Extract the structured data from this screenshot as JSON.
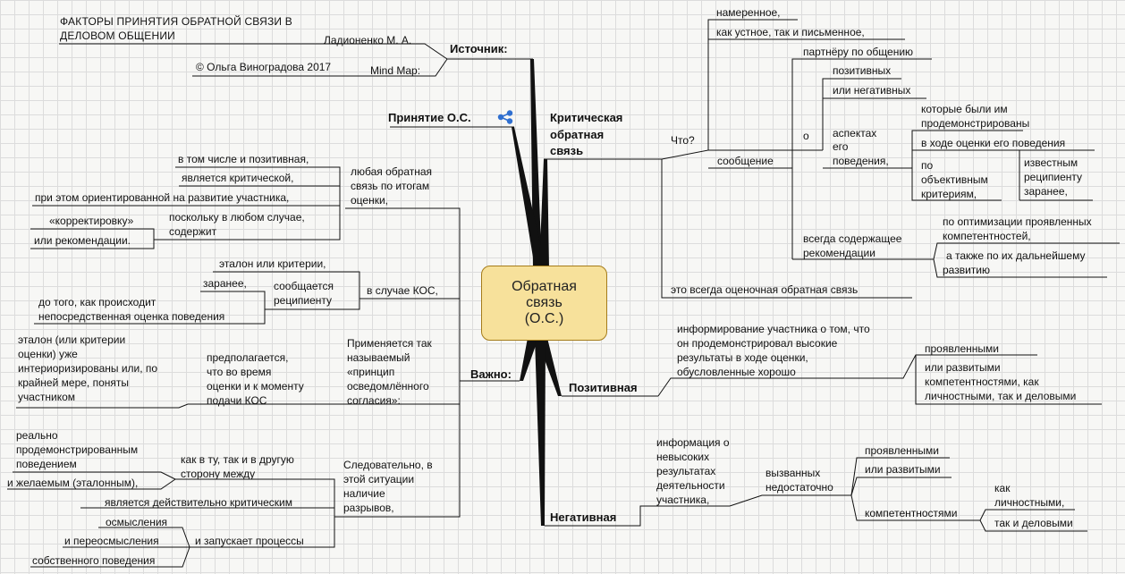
{
  "header": {
    "title_line1": "ФАКТОРЫ ПРИНЯТИЯ ОБРАТНОЙ СВЯЗИ В",
    "title_line2": "ДЕЛОВОМ ОБЩЕНИИ",
    "author": "Ладионенко М. А.",
    "copyright": "© Ольга Виноградова 2017",
    "mindmap": "Mind Map:"
  },
  "center": {
    "line1": "Обратная",
    "line2": "связь",
    "line3": "(О.С.)"
  },
  "branches": {
    "source": "Источник:",
    "acceptance": "Принятие О.С.",
    "critical": [
      "Критическая",
      "обратная",
      "связь"
    ],
    "important": "Важно:",
    "positive": "Позитивная",
    "negative": "Негативная"
  },
  "critical": {
    "what": "Что?",
    "intentional": "намеренное,",
    "oral_written": "как устное, так и письменное,",
    "partner": "партнёру по общению",
    "message": "сообщение",
    "about": "о",
    "positive": "позитивных",
    "or_negative": "или негативных",
    "aspects": [
      "аспектах",
      "его",
      "поведения,"
    ],
    "demonstrated": [
      "которые были им",
      "продемонстрированы"
    ],
    "during_eval": "в ходе оценки его поведения",
    "objective": [
      "по",
      "объективным",
      "критериям,"
    ],
    "known": [
      "известным",
      "реципиенту",
      "заранее,"
    ],
    "always_contains": [
      "всегда содержащее",
      "рекомендации"
    ],
    "optimization": [
      "по оптимизации проявленных",
      "компетентностей,"
    ],
    "further": [
      "а также по их дальнейшему",
      "развитию"
    ],
    "always_eval": "это всегда оценочная обратная связь"
  },
  "acceptance": {
    "any_feedback": [
      "любая обратная",
      "связь по итогам",
      "оценки,"
    ],
    "incl_positive": "в том числе и позитивная,",
    "is_critical": "является критической,",
    "oriented": "при этом ориентированной на развитие участника,",
    "since_contains": [
      "поскольку в любом случае,",
      "содержит"
    ],
    "correction": "«корректировку»",
    "or_recommend": "или рекомендации.",
    "in_case_kos": "в случае КОС,",
    "reported": [
      "сообщается",
      "реципиенту"
    ],
    "standard_criteria": "эталон или критерии,",
    "in_advance": "заранее,",
    "before_eval": [
      "до того, как происходит",
      "непосредственная оценка поведения"
    ],
    "applied": [
      "Применяется так",
      "называемый",
      "«принцип",
      "осведомлённого",
      "согласия»:"
    ],
    "supposed": [
      "предполагается,",
      "что во время",
      "оценки и к моменту",
      "подачи КОС"
    ],
    "standard_internal": [
      "эталон (или критерии",
      "оценки) уже",
      "интериоризированы или, по",
      "крайней мере, поняты",
      "участником"
    ],
    "consequently": [
      "Следовательно, в",
      "этой ситуации",
      "наличие",
      "разрывов,"
    ],
    "both_ways": [
      "как в ту, так и в другую",
      "сторону между"
    ],
    "really_demo": [
      "реально",
      "продемонстрированным",
      "поведением"
    ],
    "desired": "и желаемым (эталонным),",
    "truly_critical": "является действительно критическим",
    "launches": "и запускает процессы",
    "comprehension": "осмысления",
    "re_comprehension": "и переосмысления",
    "own_behavior": "собственного поведения"
  },
  "positive": {
    "informing": [
      "информирование участника о том, что",
      "он продемонстрировал высокие",
      "результаты в ходе оценки,",
      "обусловленные хорошо"
    ],
    "shown": "проявленными",
    "developed": [
      "или развитыми",
      "компетентностями, как",
      "личностными, так и деловыми"
    ]
  },
  "negative": {
    "info": [
      "информация о",
      "невысоких",
      "результатах",
      "деятельности",
      "участника,"
    ],
    "caused": [
      "вызванных",
      "недостаточно"
    ],
    "shown": "проявленными",
    "developed": "или развитыми",
    "competences": "компетентностями",
    "as": [
      "как",
      "личностными,"
    ],
    "and_business": "так и деловыми"
  },
  "colors": {
    "center_fill": "#f7e19b",
    "center_border": "#a57c1a",
    "line": "#111111",
    "icon": "#2f6fd0"
  }
}
